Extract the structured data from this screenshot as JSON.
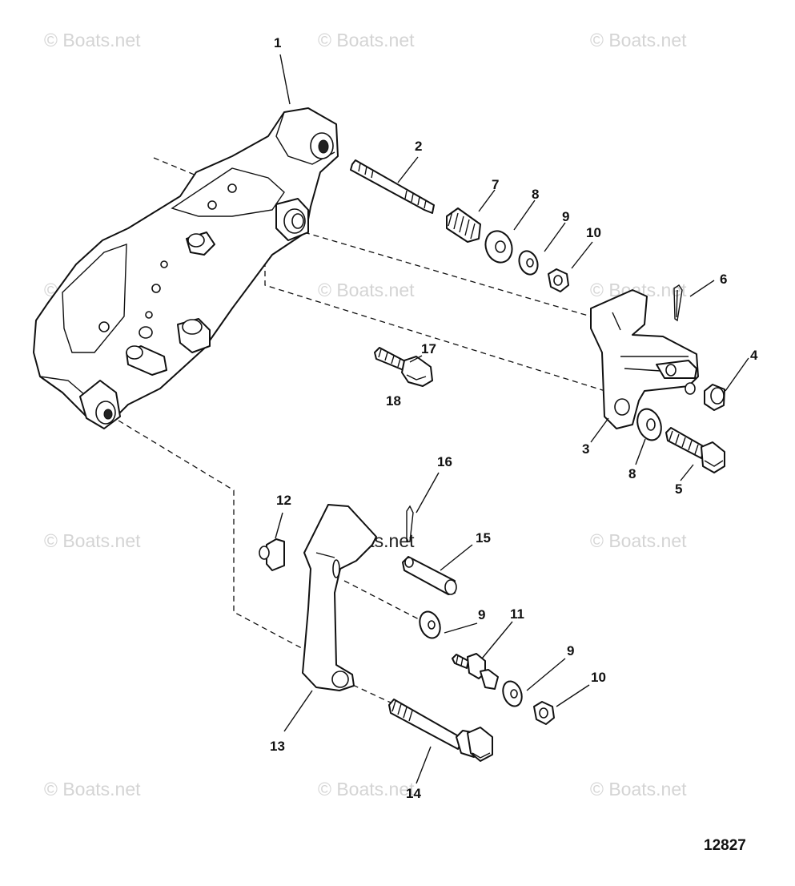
{
  "watermark": {
    "text": "© Boats.net"
  },
  "diagram_number": "12827",
  "callouts": {
    "c1": "1",
    "c2": "2",
    "c3": "3",
    "c4": "4",
    "c5": "5",
    "c6": "6",
    "c7": "7",
    "c8a": "8",
    "c8b": "8",
    "c9a": "9",
    "c9b": "9",
    "c9c": "9",
    "c10a": "10",
    "c10b": "10",
    "c11": "11",
    "c12": "12",
    "c13": "13",
    "c14": "14",
    "c15": "15",
    "c16": "16",
    "c17": "17",
    "c18": "18"
  }
}
